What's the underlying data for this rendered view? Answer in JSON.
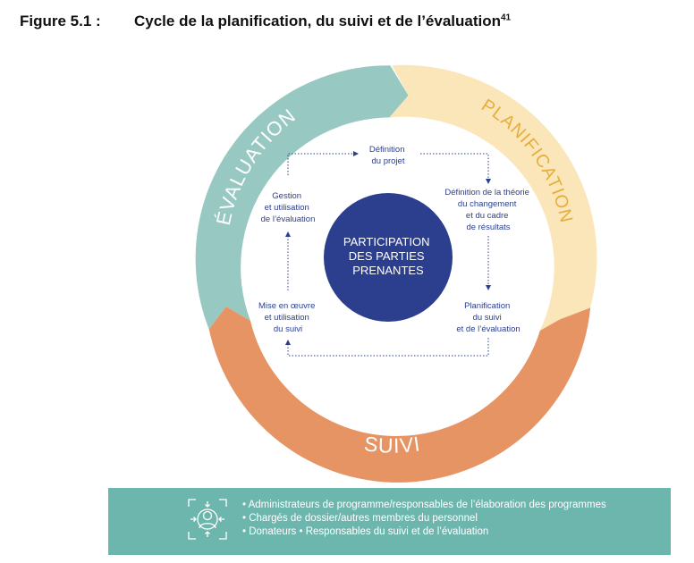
{
  "figure": {
    "number": "Figure 5.1 :",
    "title": "Cycle de la planification, du suivi et de l’évaluation",
    "footnote": "41"
  },
  "cycle": {
    "segments": [
      {
        "label": "ÉVALUATION",
        "color": "#97c9c2"
      },
      {
        "label": "PLANIFICATION",
        "color": "#fbe6ba"
      },
      {
        "label": "SUIVI",
        "color": "#e69463"
      }
    ],
    "center": {
      "lines": [
        "PARTICIPATION",
        "DES PARTIES",
        "PRENANTES"
      ],
      "color": "#2b3f8e"
    },
    "steps": {
      "definition_projet": [
        "Définition",
        "du projet"
      ],
      "theorie_changement": [
        "Définition de la théorie",
        "du changement",
        "et du cadre",
        "de résultats"
      ],
      "planification_suivi": [
        "Planification",
        "du suivi",
        "et de l’évaluation"
      ],
      "mise_en_oeuvre": [
        "Mise en œuvre",
        "et utilisation",
        "du suivi"
      ],
      "gestion_utilisation": [
        "Gestion",
        "et utilisation",
        "de l’évaluation"
      ]
    },
    "arrow_color": "#2b3f8e"
  },
  "stakeholders": {
    "icon": "people-target-icon",
    "items": [
      "Administrateurs de programme/responsables de l’élaboration des programmes",
      "Chargés de dossier/autres membres du personnel",
      "Donateurs • Responsables du suivi et de l’évaluation"
    ],
    "background": "#6db6ae"
  }
}
